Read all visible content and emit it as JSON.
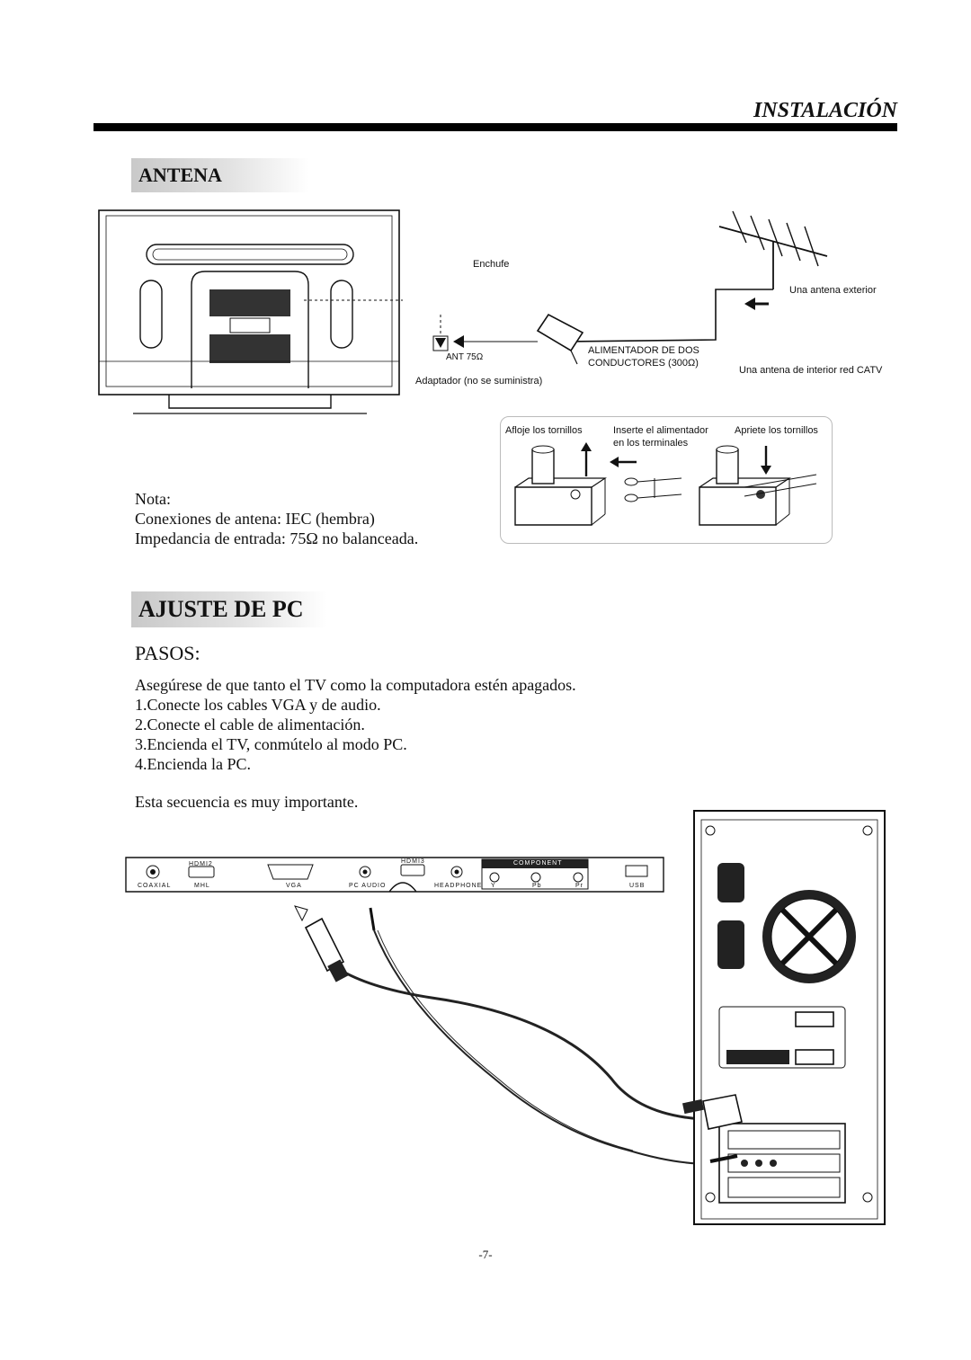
{
  "header": {
    "section_title": "INSTALACIÓN"
  },
  "antena": {
    "heading": "ANTENA",
    "labels": {
      "plug": "Enchufe",
      "outdoor_antenna": "Una antena exterior",
      "feeder_line1": "ALIMENTADOR DE DOS",
      "feeder_line2": "CONDUCTORES (300Ω)",
      "indoor_antenna": "Una antena de interior red CATV",
      "ant_port": "ANT 75Ω",
      "adapter": "Adaptador (no se suministra)",
      "step_loosen": "Afloje los tornillos",
      "step_insert_line1": "Inserte el alimentador",
      "step_insert_line2": "en los terminales",
      "step_tighten": "Apriete los tornillos"
    },
    "note": {
      "title": "Nota:",
      "line1": "Conexiones de antena: IEC (hembra)",
      "line2": "Impedancia de entrada: 75Ω no balanceada."
    }
  },
  "pc_setup": {
    "heading": "AJUSTE DE PC",
    "steps_title": "PASOS:",
    "intro": "Asegúrese de que tanto el TV como la computadora estén apagados.",
    "steps": [
      "1.Conecte los cables VGA y de audio.",
      "2.Conecte el cable de alimentación.",
      "3.Encienda el TV, conmútelo al modo PC.",
      "4.Encienda la PC."
    ],
    "footnote": "Esta secuencia es muy importante.",
    "panel": {
      "hdmi2": "HDMI2",
      "hdmi3": "HDMI3",
      "component": "COMPONENT",
      "ports": [
        "COAXIAL",
        "MHL",
        "VGA",
        "PC AUDIO",
        "HEADPHONE",
        "Y",
        "Pb",
        "Pr",
        "USB"
      ]
    }
  },
  "footer": {
    "page_number": "-7-"
  }
}
